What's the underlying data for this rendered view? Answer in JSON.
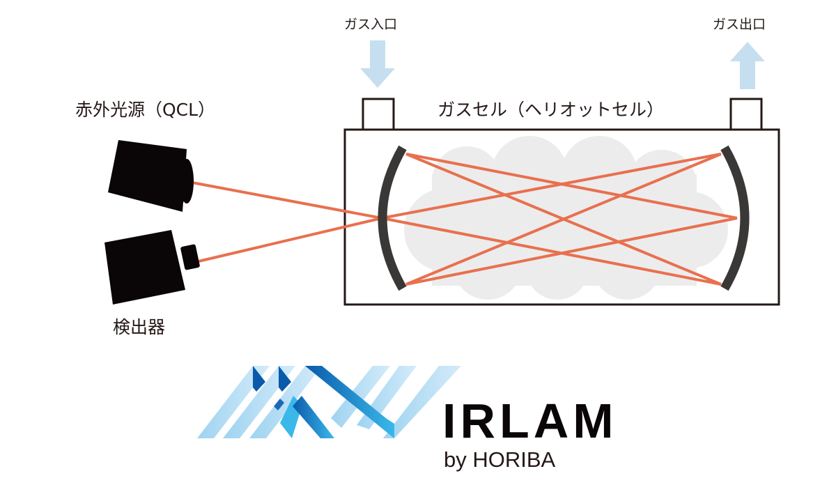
{
  "labels": {
    "gas_inlet": "ガス入口",
    "gas_outlet": "ガス出口",
    "light_source": "赤外光源（QCL）",
    "gas_cell": "ガスセル（ヘリオットセル）",
    "detector": "検出器"
  },
  "logo": {
    "name": "IRLAM",
    "byline": "by HORIBA"
  },
  "colors": {
    "beam": "#e8704f",
    "mirror": "#3a3837",
    "arrow": "#c5dff0",
    "cloud": "#ececec",
    "outline": "#231815",
    "logo_blue": "#0a5aaa",
    "logo_light": "#aad8f2"
  }
}
